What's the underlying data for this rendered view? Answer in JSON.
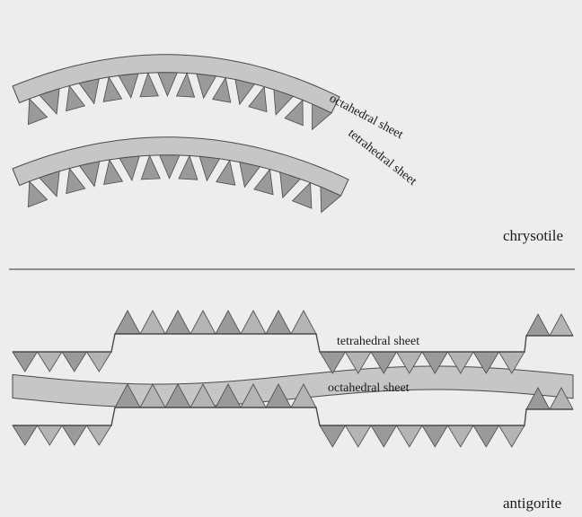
{
  "figure": {
    "top_panel": {
      "name": "chrysotile",
      "labels": {
        "octahedral": "octahedral sheet",
        "tetrahedral": "tetrahedral sheet"
      }
    },
    "bottom_panel": {
      "name": "antigorite",
      "labels": {
        "tetrahedral": "tetrahedral sheet",
        "octahedral": "octahedral sheet"
      }
    },
    "colors": {
      "background": "#ededed",
      "octahedral_fill": "#c6c6c6",
      "tetrahedral_fill": "#9a9a9a",
      "outline": "#4a4a4a",
      "divider": "#555555"
    }
  }
}
